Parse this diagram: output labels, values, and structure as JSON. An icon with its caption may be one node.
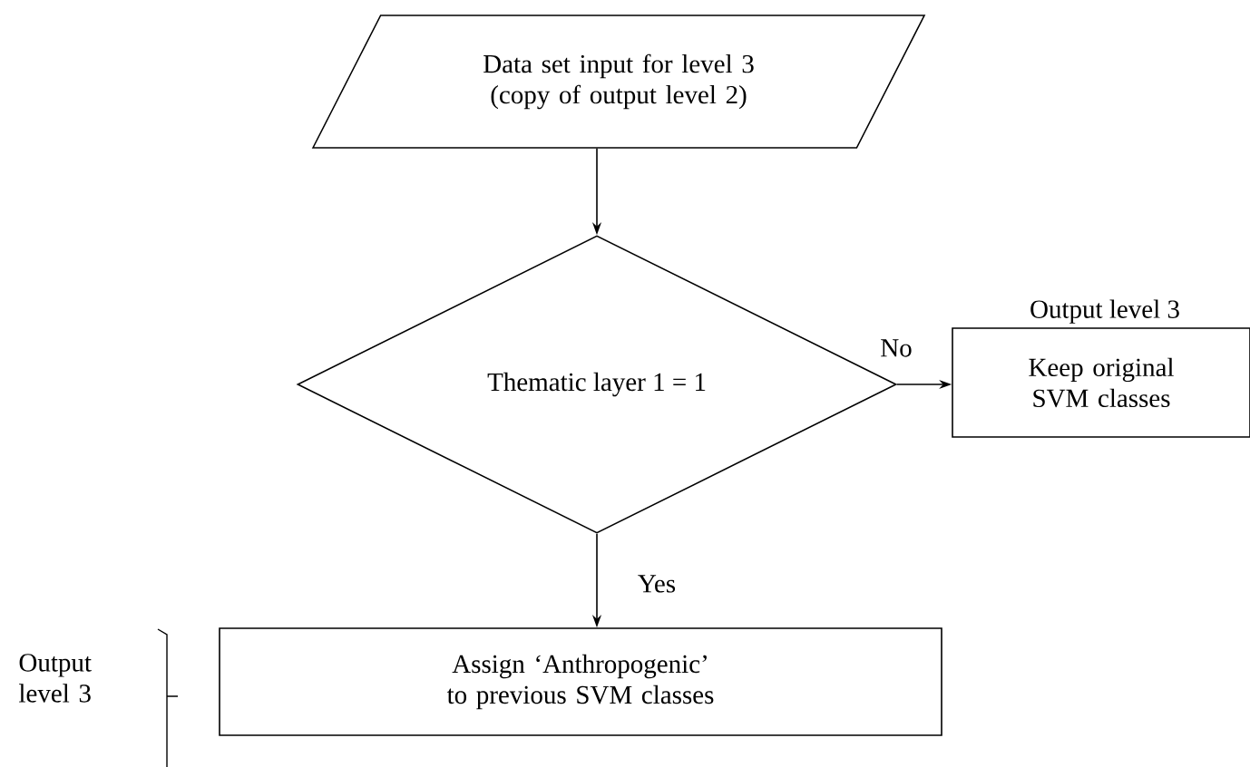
{
  "diagram": {
    "nodes": [
      {
        "text": [
          "Data set input for level 3 (copy of output level 2)"
        ]
      },
      {
        "text": [
          "Thematic layer 1 = 1"
        ]
      },
      {
        "text": [
          "Keep original SVM classes"
        ],
        "beside": [
          "Output level 3"
        ]
      },
      {
        "text": [
          "Assign ‘Anthropogenic’ to previous SVM classes"
        ]
      }
    ],
    "labels": [
      "Output level 3"
    ],
    "edges": [
      {
        "from": 0,
        "to": 1,
        "arrow": "to"
      },
      {
        "from": 1,
        "to": 2,
        "arrow": "to",
        "label": "No"
      },
      {
        "from": 1,
        "to": 3,
        "arrow": "to",
        "label": "Yes"
      }
    ]
  }
}
